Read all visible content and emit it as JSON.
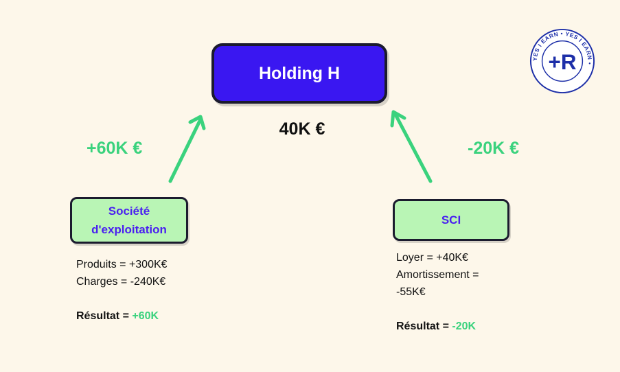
{
  "holding": {
    "label": "Holding H",
    "value": "40K €"
  },
  "flows": {
    "left": "+60K €",
    "right": "-20K €"
  },
  "entities": {
    "left": {
      "name": "Société d'exploitation",
      "lines": [
        "Produits = +300K€",
        "Charges = -240K€"
      ],
      "result_label": "Résultat = ",
      "result_value": "+60K"
    },
    "right": {
      "name": "SCI",
      "lines": [
        "Loyer = +40K€",
        "Amortissement =",
        "-55K€"
      ],
      "result_label": "Résultat = ",
      "result_value": "-20K"
    }
  },
  "logo": {
    "ring_text": "YES I EARN • YES I EARN • ",
    "monogram": "+R"
  },
  "colors": {
    "background": "#fdf7ea",
    "holding_fill": "#3a17f1",
    "entity_fill": "#b9f5b5",
    "entity_text": "#4a20f0",
    "positive_green": "#3ad27d",
    "arrow": "#3ad27d",
    "logo_blue": "#1d2fa8"
  },
  "icons": {
    "logo": "brand-seal-icon",
    "arrows": "arrow-up-icon"
  }
}
